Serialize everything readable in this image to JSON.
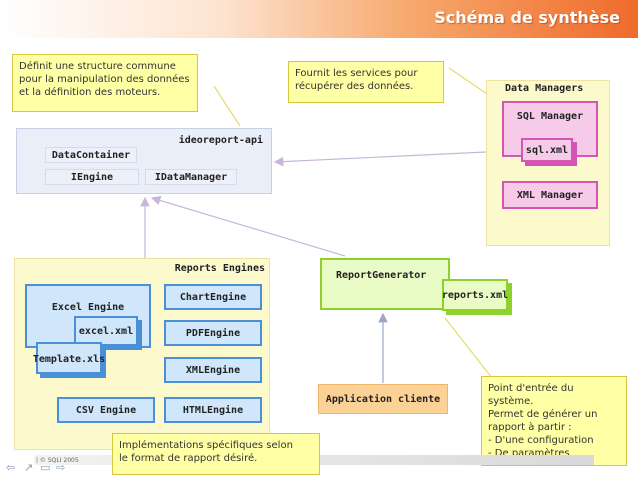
{
  "header": {
    "title": "Schéma de synthèse"
  },
  "notes": {
    "api_note": [
      "Définit une structure commune",
      "pour la manipulation des données",
      "et la définition des moteurs."
    ],
    "services_note": [
      "Fournit les services pour",
      "récupérer des données."
    ],
    "entry_note": [
      "Point d'entrée du système.",
      "Permet de générer un",
      "rapport à partir :",
      "- D'une configuration",
      "- De paramètres"
    ],
    "impl_note": [
      "Implémentations spécifiques selon",
      "le format de rapport désiré."
    ]
  },
  "api": {
    "title": "ideoreport-api",
    "items": [
      "DataContainer",
      "IEngine",
      "IDataManager"
    ]
  },
  "data_managers": {
    "title": "Data Managers",
    "sql_manager": "SQL Manager",
    "sql_file": "sql.xml",
    "xml_manager": "XML Manager"
  },
  "reports_engines": {
    "title": "Reports Engines",
    "excel_engine": "Excel Engine",
    "excel_file": "excel.xml",
    "template_file": "Template.xls",
    "csv_engine": "CSV Engine",
    "chart_engine": "ChartEngine",
    "pdf_engine": "PDFEngine",
    "xml_engine": "XMLEngine",
    "html_engine": "HTMLEngine"
  },
  "report_generator": {
    "title": "ReportGenerator",
    "file": "reports.xml"
  },
  "client": {
    "label": "Application cliente"
  },
  "footer": {
    "text": "| ©  SQLI 2005"
  },
  "colors": {
    "note_fill": "#ffffa6",
    "blue_border": "#4a90d9",
    "pink_border": "#d455b4",
    "green_border": "#8ed12a",
    "orange_fill": "#fcd196",
    "banner_accent": "#ef6a2a"
  }
}
